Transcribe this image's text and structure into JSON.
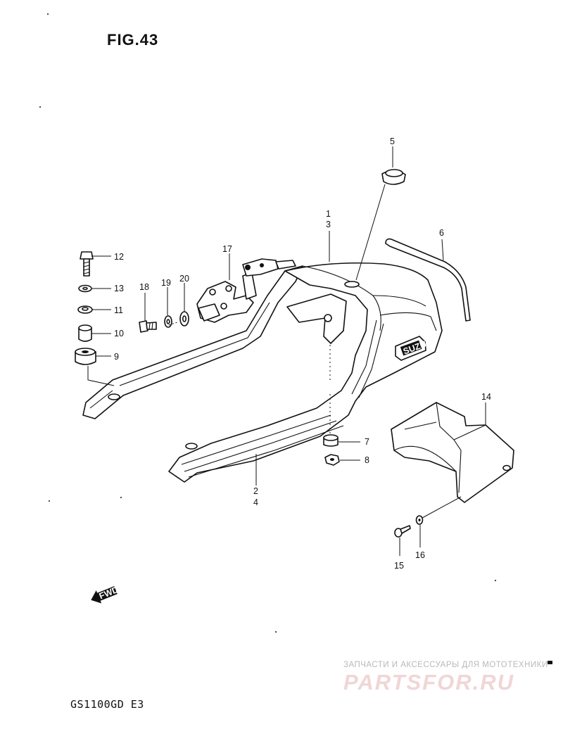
{
  "figure": {
    "title": "FIG.43"
  },
  "model": {
    "code": "GS1100GD E3"
  },
  "callouts": {
    "c1": "1",
    "c2": "2",
    "c3": "3",
    "c4": "4",
    "c5": "5",
    "c6": "6",
    "c7": "7",
    "c8": "8",
    "c9": "9",
    "c10": "10",
    "c11": "11",
    "c12": "12",
    "c13": "13",
    "c14": "14",
    "c15": "15",
    "c16": "16",
    "c17": "17",
    "c18": "18",
    "c19": "19",
    "c20": "20"
  },
  "fwd_label": "FWD",
  "emblem_text": "SUZUKI",
  "watermark": {
    "line1": "ЗАПЧАСТИ И АКСЕССУАРЫ ДЛЯ МОТОТЕХНИКИ",
    "line2": "PARTSFOR.RU"
  }
}
